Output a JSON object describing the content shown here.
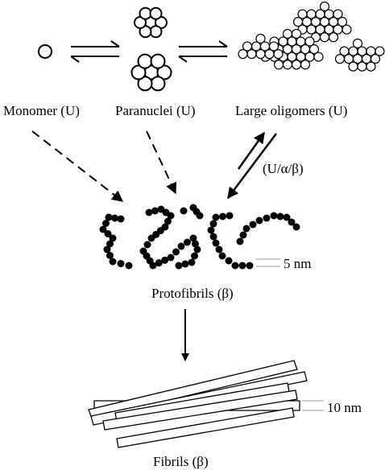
{
  "labels": {
    "monomer": "Monomer (U)",
    "paranuclei": "Paranuclei (U)",
    "large_oligomers": "Large oligomers (U)",
    "conformation": "(U/α/β)",
    "protofibrils": "Protofibrils (β)",
    "protofibril_width": "5 nm",
    "fibrils": "Fibrils (β)",
    "fibril_width": "10 nm"
  }
}
